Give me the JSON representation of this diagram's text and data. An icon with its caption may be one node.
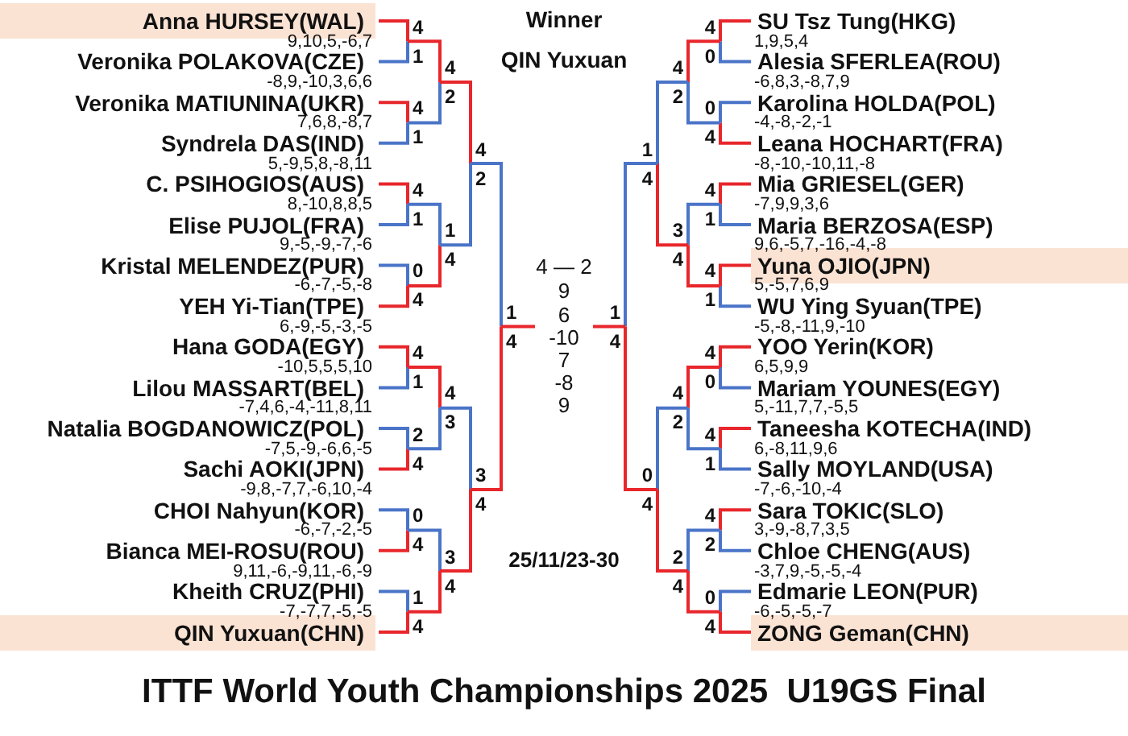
{
  "diagram": {
    "title": "ITTF World Youth Championships 2025  U19GS Final",
    "nodes": [
      {
        "text": [
          "Anna HURSEY(WAL)"
        ]
      },
      {
        "text": [
          "Veronika POLAKOVA(CZE)"
        ]
      },
      {
        "text": [
          "Veronika MATIUNINA(UKR)"
        ]
      },
      {
        "text": [
          "Syndrela DAS(IND)"
        ]
      },
      {
        "text": [
          "C. PSIHOGIOS(AUS)"
        ]
      },
      {
        "text": [
          "Elise PUJOL(FRA)"
        ]
      },
      {
        "text": [
          "Kristal MELENDEZ(PUR)"
        ]
      },
      {
        "text": [
          "YEH Yi-Tian(TPE)"
        ]
      },
      {
        "text": [
          "Hana GODA(EGY)"
        ]
      },
      {
        "text": [
          "Lilou MASSART(BEL)"
        ]
      },
      {
        "text": [
          "Natalia BOGDANOWICZ(POL)"
        ]
      },
      {
        "text": [
          "Sachi AOKI(JPN)"
        ]
      },
      {
        "text": [
          "CHOI Nahyun(KOR)"
        ]
      },
      {
        "text": [
          "Bianca MEI-ROSU(ROU)"
        ]
      },
      {
        "text": [
          "Kheith CRUZ(PHI)"
        ]
      },
      {
        "text": [
          "QIN Yuxuan(CHN)"
        ]
      },
      {
        "text": [
          "SU Tsz Tung(HKG)"
        ]
      },
      {
        "text": [
          "Alesia SFERLEA(ROU)"
        ]
      },
      {
        "text": [
          "Karolina HOLDA(POL)"
        ]
      },
      {
        "text": [
          "Leana HOCHART(FRA)"
        ]
      },
      {
        "text": [
          "Mia GRIESEL(GER)"
        ]
      },
      {
        "text": [
          "Maria BERZOSA(ESP)"
        ]
      },
      {
        "text": [
          "Yuna OJIO(JPN)"
        ]
      },
      {
        "text": [
          "WU Ying Syuan(TPE)"
        ]
      },
      {
        "text": [
          "YOO Yerin(KOR)"
        ]
      },
      {
        "text": [
          "Mariam YOUNES(EGY)"
        ]
      },
      {
        "text": [
          "Taneesha KOTECHA(IND)"
        ]
      },
      {
        "text": [
          "Sally MOYLAND(USA)"
        ]
      },
      {
        "text": [
          "Sara TOKIC(SLO)"
        ]
      },
      {
        "text": [
          "Chloe CHENG(AUS)"
        ]
      },
      {
        "text": [
          "Edmarie LEON(PUR)"
        ]
      },
      {
        "text": [
          "ZONG Geman(CHN)"
        ]
      }
    ],
    "labels": [
      "Winner",
      "QIN Yuxuan",
      "4 — 2",
      "9",
      "6",
      "-10",
      "7",
      "-8",
      "9",
      "25/11/23-30",
      "9,10,5,-6,7",
      "-8,9,-10,3,6,6",
      "7,6,8,-8,7",
      "5,-9,5,8,-8,11",
      "8,-10,8,8,5",
      "9,-5,-9,-7,-6",
      "-6,-7,-5,-8",
      "6,-9,-5,-3,-5",
      "-10,5,5,5,10",
      "-7,4,6,-4,-11,8,11",
      "-7,5,-9,-6,6,-5",
      "-9,8,-7,7,-6,10,-4",
      "-6,-7,-2,-5",
      "9,11,-6,-9,11,-6,-9",
      "-7,-7,7,-5,-5",
      "1,9,5,4",
      "-6,8,3,-8,7,9",
      "-4,-8,-2,-1",
      "-8,-10,-10,11,-8",
      "-7,9,9,3,6",
      "9,6,-5,7,-16,-4,-8",
      "5,-5,7,6,9",
      "-5,-8,-11,9,-10",
      "6,5,9,9",
      "5,-11,7,7,-5,5",
      "6,-8,11,9,6",
      "-7,-6,-10,-4",
      "3,-9,-8,7,3,5",
      "-3,7,9,-5,-5,-4",
      "-6,-5,-5,-7",
      "4",
      "1",
      "4",
      "1",
      "4",
      "1",
      "0",
      "4",
      "4",
      "1",
      "2",
      "4",
      "0",
      "4",
      "1",
      "4",
      "4",
      "2",
      "1",
      "4",
      "4",
      "3",
      "3",
      "4",
      "4",
      "2",
      "3",
      "4",
      "1",
      "4",
      "4",
      "0",
      "0",
      "4",
      "4",
      "1",
      "4",
      "1",
      "4",
      "0",
      "4",
      "1",
      "4",
      "2",
      "0",
      "4",
      "4",
      "2",
      "3",
      "4",
      "4",
      "2",
      "2",
      "4",
      "1",
      "4",
      "0",
      "4",
      "1",
      "4"
    ]
  }
}
